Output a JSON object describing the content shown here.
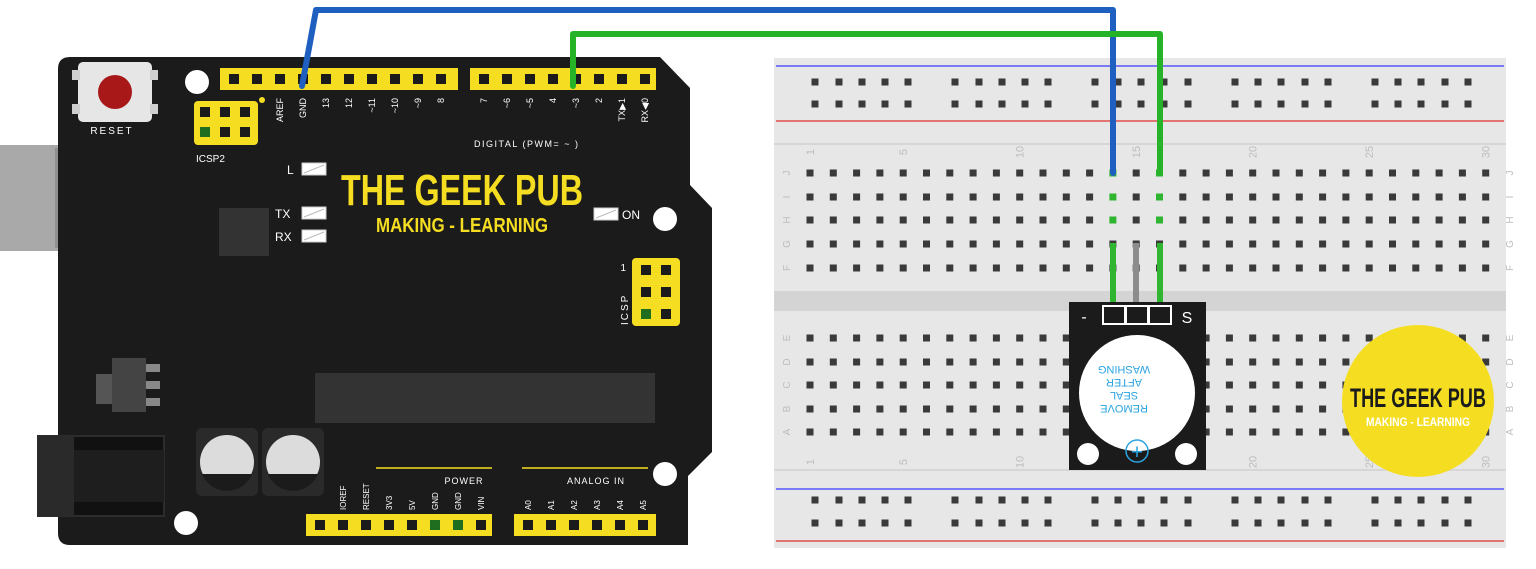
{
  "arduino": {
    "reset_label": "RESET",
    "icsp2_label": "ICSP2",
    "icsp_label": "ICSP",
    "icsp_pin1": "1",
    "brand_title": "THE GEEK PUB",
    "brand_subtitle": "MAKING - LEARNING",
    "led_l": "L",
    "led_tx": "TX",
    "led_rx": "RX",
    "led_on": "ON",
    "digital_label": "DIGITAL (PWM= ~ )",
    "top_pins_left": [
      "AREF",
      "GND",
      "13",
      "12",
      "~11",
      "~10",
      "~9",
      "8"
    ],
    "top_pins_right": [
      "7",
      "~6",
      "~5",
      "4",
      "~3",
      "2",
      "TX▶1",
      "RX◀0"
    ],
    "power_header": "POWER",
    "power_pins": [
      "IOREF",
      "RESET",
      "3V3",
      "5V",
      "GND",
      "GND",
      "VIN"
    ],
    "analog_header": "ANALOG IN",
    "analog_pins": [
      "A0",
      "A1",
      "A2",
      "A3",
      "A4",
      "A5"
    ],
    "colors": {
      "board": "#1b1b1b",
      "header": "#f5de21",
      "accent": "#f5de21"
    }
  },
  "breadboard": {
    "col_numbers": [
      "1",
      "5",
      "10",
      "15",
      "20",
      "25",
      "30"
    ],
    "row_letters_top": [
      "J",
      "I",
      "H",
      "G",
      "F"
    ],
    "row_letters_bottom": [
      "E",
      "D",
      "C",
      "B",
      "A"
    ]
  },
  "buzzer": {
    "pin_minus": "-",
    "pin_signal": "S",
    "seal_text": [
      "REMOVE",
      "SEAL",
      "AFTER",
      "WASHING"
    ],
    "plus_symbol": "+"
  },
  "logo": {
    "title": "THE GEEK PUB",
    "subtitle": "MAKING - LEARNING",
    "color": "#f5de21"
  },
  "wires": {
    "gnd_color": "#1f5fbf",
    "signal_color": "#27b327"
  }
}
